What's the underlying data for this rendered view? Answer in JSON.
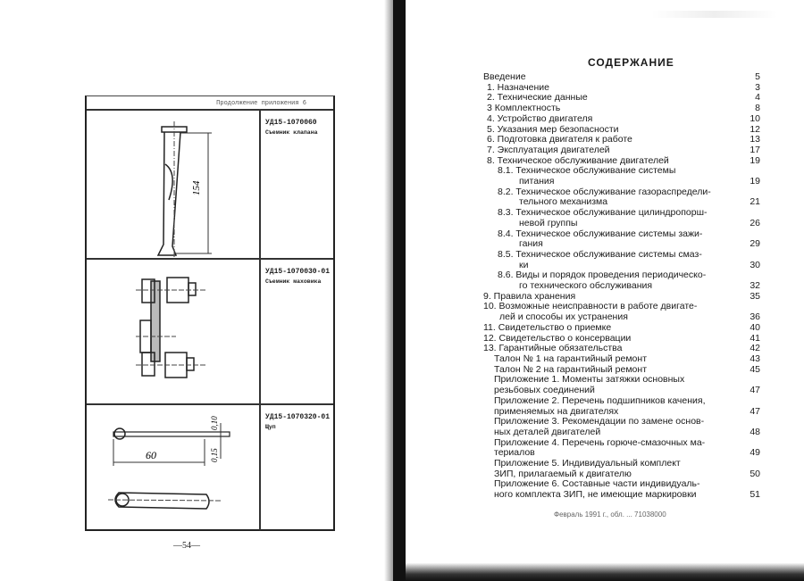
{
  "left_page": {
    "header": "Продолжение приложения 6",
    "items": [
      {
        "code": "УД15-1070060",
        "name": "Съемник клапана",
        "dimension": "154"
      },
      {
        "code": "УД15-1070030-01",
        "name": "Съемник маховика"
      },
      {
        "code": "УД15-1070320-01",
        "name": "Щуп",
        "dimensions": [
          "60",
          "0,15",
          "0,10"
        ]
      }
    ],
    "page_number": "—54—"
  },
  "right_page": {
    "title": "СОДЕРЖАНИЕ",
    "entries": [
      {
        "text": "Введение",
        "page": "5",
        "level": 0
      },
      {
        "text": "1. Назначение",
        "page": "3",
        "level": 1
      },
      {
        "text": "2. Технические данные",
        "page": "4",
        "level": 1
      },
      {
        "text": "3 Комплектность",
        "page": "8",
        "level": 1
      },
      {
        "text": "4. Устройство двигателя",
        "page": "10",
        "level": 1
      },
      {
        "text": "5. Указания мер безопасности",
        "page": "12",
        "level": 1
      },
      {
        "text": "6. Подготовка двигателя к работе",
        "page": "13",
        "level": 1
      },
      {
        "text": "7. Эксплуатация двигателей",
        "page": "17",
        "level": 1
      },
      {
        "text": "8. Техническое обслуживание двигателей",
        "page": "19",
        "level": 1
      },
      {
        "text": "8.1. Техническое обслуживание системы",
        "cont": "питания",
        "page": "19",
        "level": 2
      },
      {
        "text": "8.2. Техническое обслуживание газораспредели-",
        "cont": "тельного механизма",
        "page": "21",
        "level": 2
      },
      {
        "text": "8.3. Техническое обслуживание цилиндропорш-",
        "cont": "невой группы",
        "page": "26",
        "level": 2
      },
      {
        "text": "8.4. Техническое обслуживание системы зажи-",
        "cont": "гания",
        "page": "29",
        "level": 2
      },
      {
        "text": "8.5. Техническое обслуживание системы смаз-",
        "cont": "ки",
        "page": "30",
        "level": 2
      },
      {
        "text": "8.6. Виды и порядок проведения периодическо-",
        "cont": "го технического обслуживания",
        "page": "32",
        "level": 2
      },
      {
        "text": "9. Правила хранения",
        "page": "35",
        "level": 0
      },
      {
        "text": "10. Возможные неисправности в работе двигате-",
        "cont": "лей и способы их устранения",
        "page": "36",
        "level": 0
      },
      {
        "text": "11. Свидетельство о приемке",
        "page": "40",
        "level": 0
      },
      {
        "text": "12. Свидетельство о консервации",
        "page": "41",
        "level": 0
      },
      {
        "text": "13. Гарантийные обязательства",
        "page": "42",
        "level": 0
      },
      {
        "text": "Талон № 1 на гарантийный ремонт",
        "page": "43",
        "level": 3
      },
      {
        "text": "Талон № 2 на гарантийный ремонт",
        "page": "45",
        "level": 3
      },
      {
        "text": "Приложение 1. Моменты затяжки основных",
        "cont": "резьбовых соединений",
        "page": "47",
        "level": 4
      },
      {
        "text": "Приложение 2. Перечень подшипников качения,",
        "cont": "применяемых на двигателях",
        "page": "47",
        "level": 4
      },
      {
        "text": "Приложение 3. Рекомендации по замене основ-",
        "cont": "ных деталей двигателей",
        "page": "48",
        "level": 4
      },
      {
        "text": "Приложение 4. Перечень горюче-смазочных ма-",
        "cont": "териалов",
        "page": "49",
        "level": 4
      },
      {
        "text": "Приложение 5. Индивидуальный комплект",
        "cont": "ЗИП, прилагаемый к двигателю",
        "page": "50",
        "level": 4
      },
      {
        "text": "Приложение 6. Составные части индивидуаль-",
        "cont": "ного комплекта ЗИП, не имеющие маркировки",
        "page": "51",
        "level": 4
      }
    ],
    "footer": "Февраль 1991 г., обл. ... 71038000"
  }
}
